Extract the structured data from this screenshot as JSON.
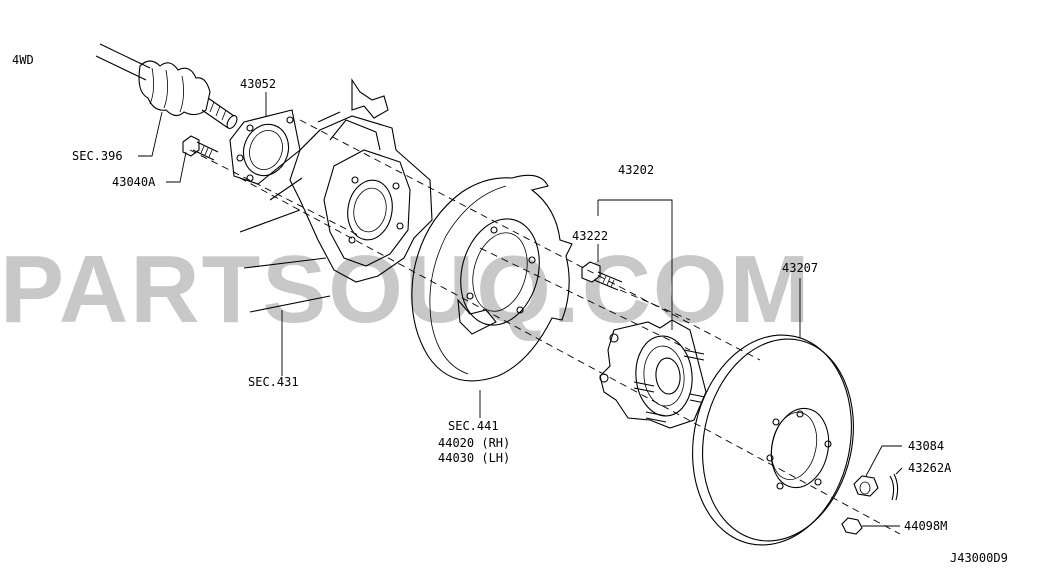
{
  "diagram": {
    "variant_label": "4WD",
    "watermark": "PARTSOUQ.COM",
    "diagram_code": "J43000D9",
    "callouts": {
      "sec_396": "SEC.396",
      "p43040A": "43040A",
      "p43052": "43052",
      "sec_431": "SEC.431",
      "sec_441": "SEC.441",
      "p44020": "44020 (RH)",
      "p44030": "44030 (LH)",
      "p43202": "43202",
      "p43222": "43222",
      "p43207": "43207",
      "p43084": "43084",
      "p43262A": "43262A",
      "p44098M": "44098M"
    }
  }
}
